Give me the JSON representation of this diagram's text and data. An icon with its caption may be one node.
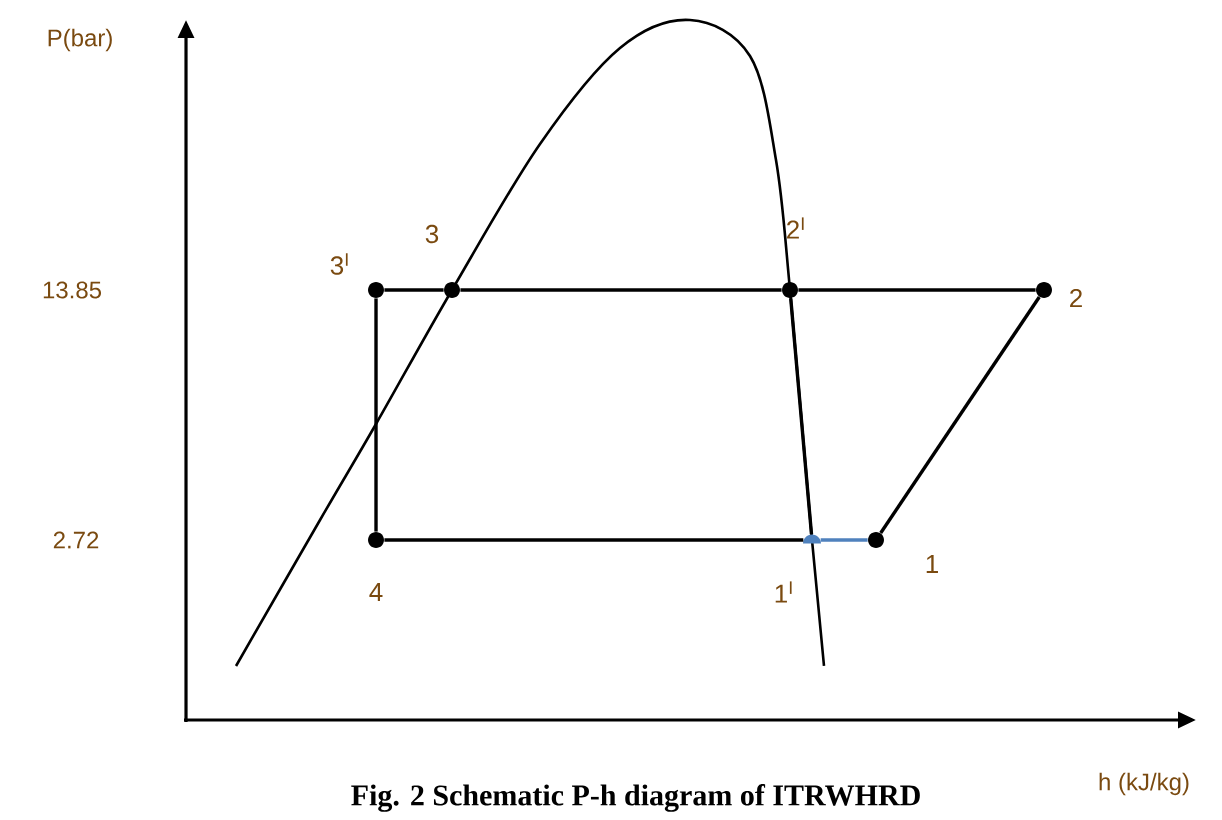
{
  "diagram": {
    "caption": "Fig. 2 Schematic P-h diagram of ITRWHRD",
    "nodes": [
      {
        "text": [],
        "shape": "circle",
        "beside": [
          "3$^{I}$"
        ]
      },
      {
        "text": [],
        "shape": "circle",
        "beside": [
          "3"
        ]
      },
      {
        "text": [],
        "shape": "circle",
        "beside": [
          "2$^{I}$"
        ]
      },
      {
        "text": [],
        "shape": "circle",
        "beside": [
          "2"
        ]
      },
      {
        "text": [],
        "shape": "circle",
        "beside": [
          "4"
        ]
      },
      {
        "text": [],
        "shape": "semicircle",
        "beside": [
          "1$^{I}$"
        ]
      },
      {
        "text": [],
        "shape": "circle",
        "beside": [
          "1"
        ]
      }
    ],
    "edges": [
      {
        "from": 0,
        "to": 1,
        "arrow": "none"
      },
      {
        "from": 1,
        "to": 2,
        "arrow": "none"
      },
      {
        "from": 2,
        "to": 3,
        "arrow": "none"
      },
      {
        "from": 3,
        "to": 6,
        "arrow": "none"
      },
      {
        "from": 6,
        "to": 5,
        "arrow": "none",
        "color": "#4f81bd"
      },
      {
        "from": 5,
        "to": 4,
        "arrow": "none"
      },
      {
        "from": 4,
        "to": 0,
        "arrow": "none"
      },
      {
        "from": 2,
        "to": 5,
        "arrow": "none"
      }
    ],
    "labels": [
      "P(bar)",
      "13.85",
      "2.72",
      "h (kJ/kg)"
    ]
  }
}
